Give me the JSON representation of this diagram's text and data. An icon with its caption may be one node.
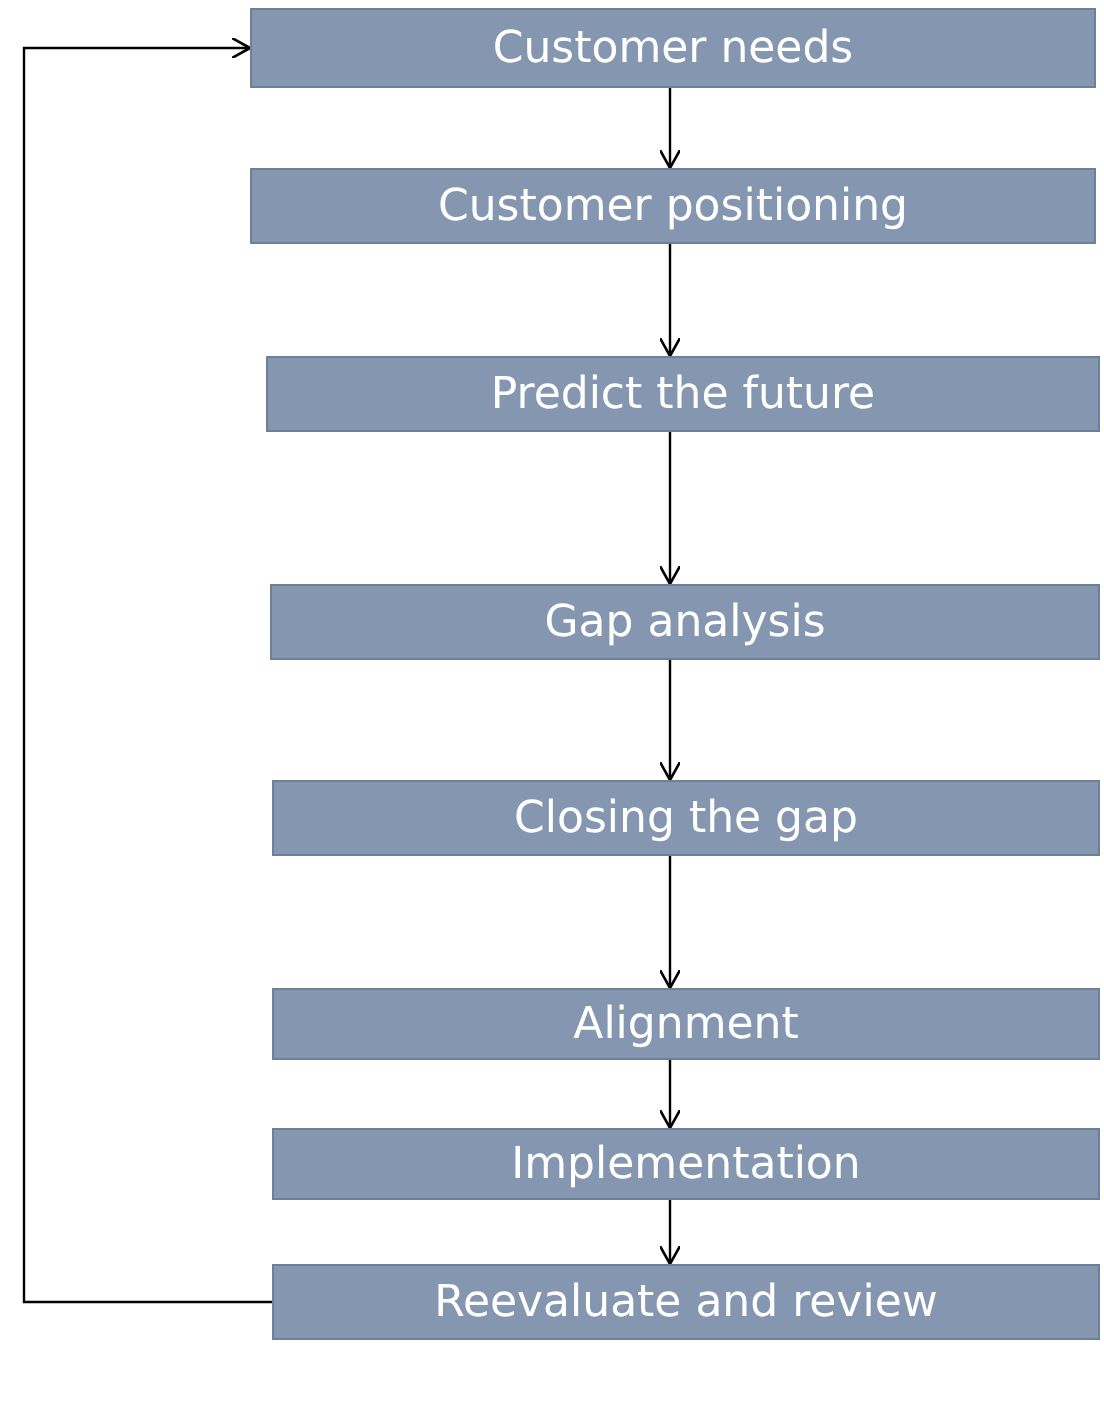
{
  "diagram": {
    "nodes": [
      {
        "text": [
          "Customer needs"
        ]
      },
      {
        "text": [
          "Customer positioning"
        ]
      },
      {
        "text": [
          "Predict the future"
        ]
      },
      {
        "text": [
          "Gap analysis"
        ]
      },
      {
        "text": [
          "Closing the gap"
        ]
      },
      {
        "text": [
          "Alignment"
        ]
      },
      {
        "text": [
          "Implementation"
        ]
      },
      {
        "text": [
          "Reevaluate and review"
        ]
      }
    ],
    "edges": [
      {
        "from": 0,
        "to": 1,
        "arrow": "to"
      },
      {
        "from": 1,
        "to": 2,
        "arrow": "to"
      },
      {
        "from": 2,
        "to": 3,
        "arrow": "to"
      },
      {
        "from": 3,
        "to": 4,
        "arrow": "to"
      },
      {
        "from": 4,
        "to": 5,
        "arrow": "to"
      },
      {
        "from": 5,
        "to": 6,
        "arrow": "to"
      },
      {
        "from": 6,
        "to": 7,
        "arrow": "to"
      },
      {
        "from": 7,
        "to": 0,
        "arrow": "to"
      }
    ]
  }
}
